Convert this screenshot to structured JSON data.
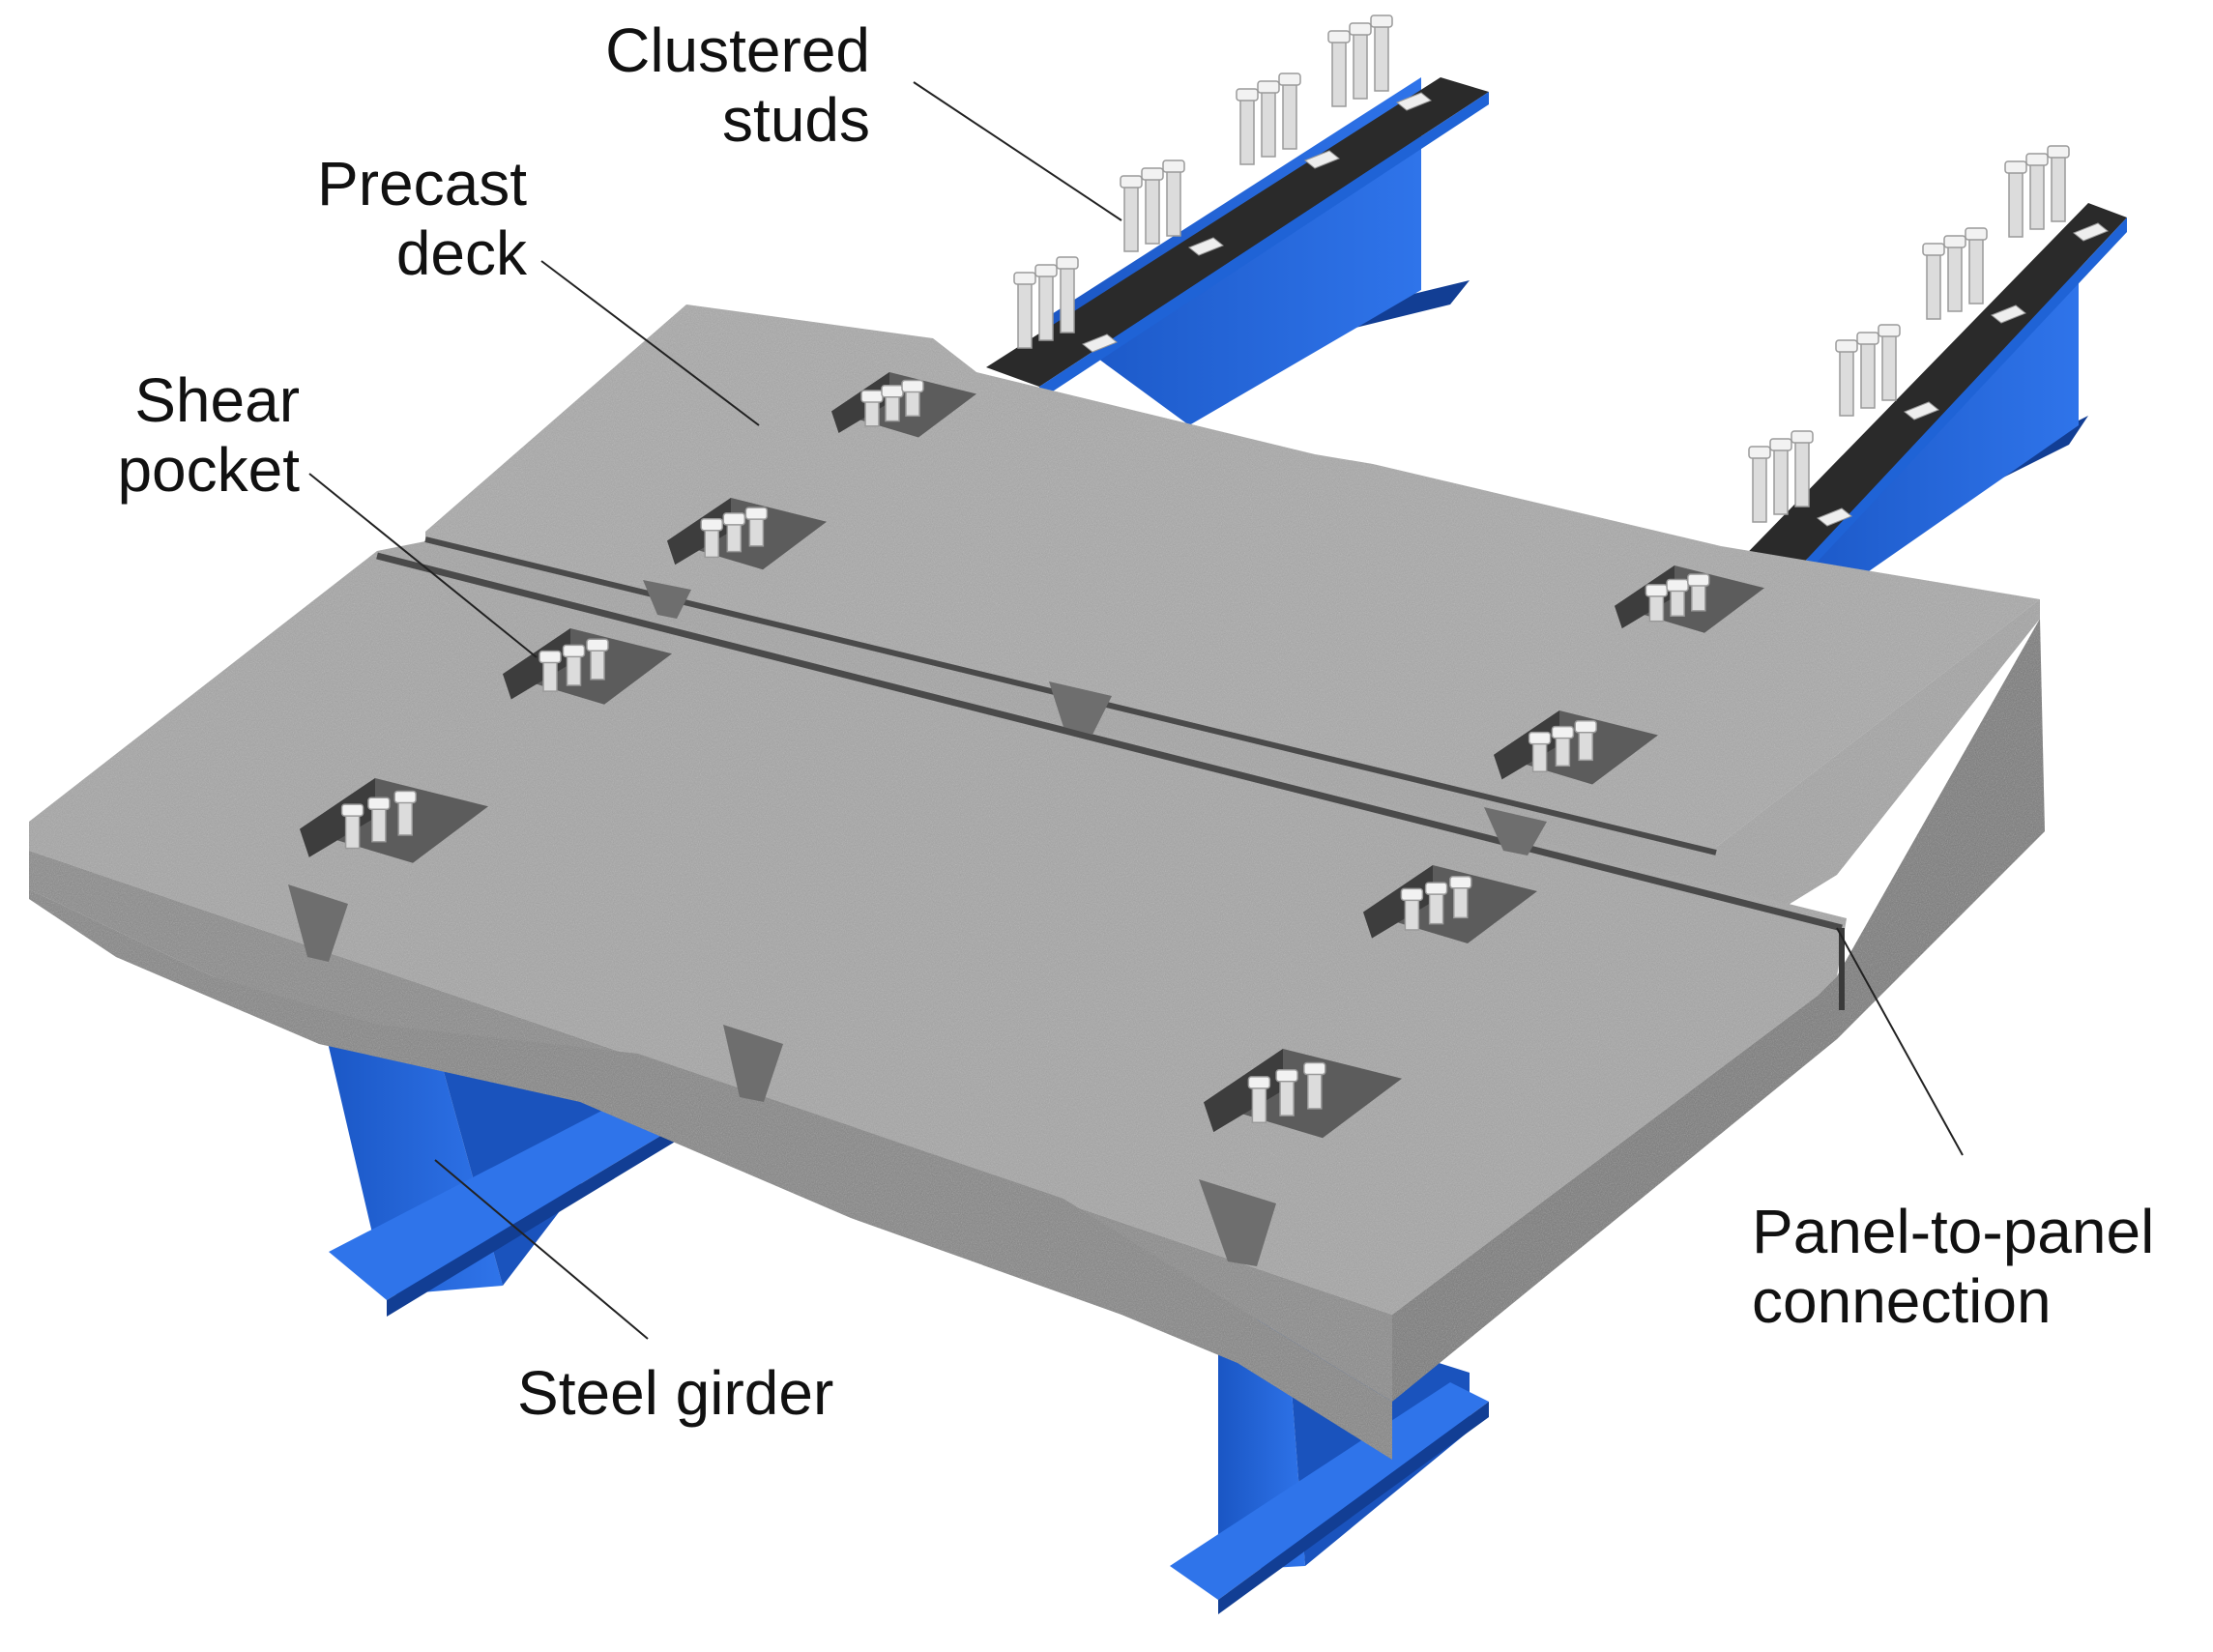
{
  "labels": {
    "clustered_studs": [
      "Clustered",
      "studs"
    ],
    "precast_deck": [
      "Precast",
      "deck"
    ],
    "shear_pocket": [
      "Shear",
      "pocket"
    ],
    "steel_girder": "Steel girder",
    "panel_connection": [
      "Panel-to-panel",
      "connection"
    ]
  },
  "colors": {
    "steel": "#1f63d6",
    "steel_dark": "#123e94",
    "steel_light": "#3c7ff0",
    "concrete_top": "#a8a8a8",
    "concrete_side": "#8e8e8e",
    "concrete_dark": "#6f6f6f",
    "flange_top": "#2a2a2a",
    "stud": "#e9e9e9",
    "leader_line": "#222222"
  }
}
